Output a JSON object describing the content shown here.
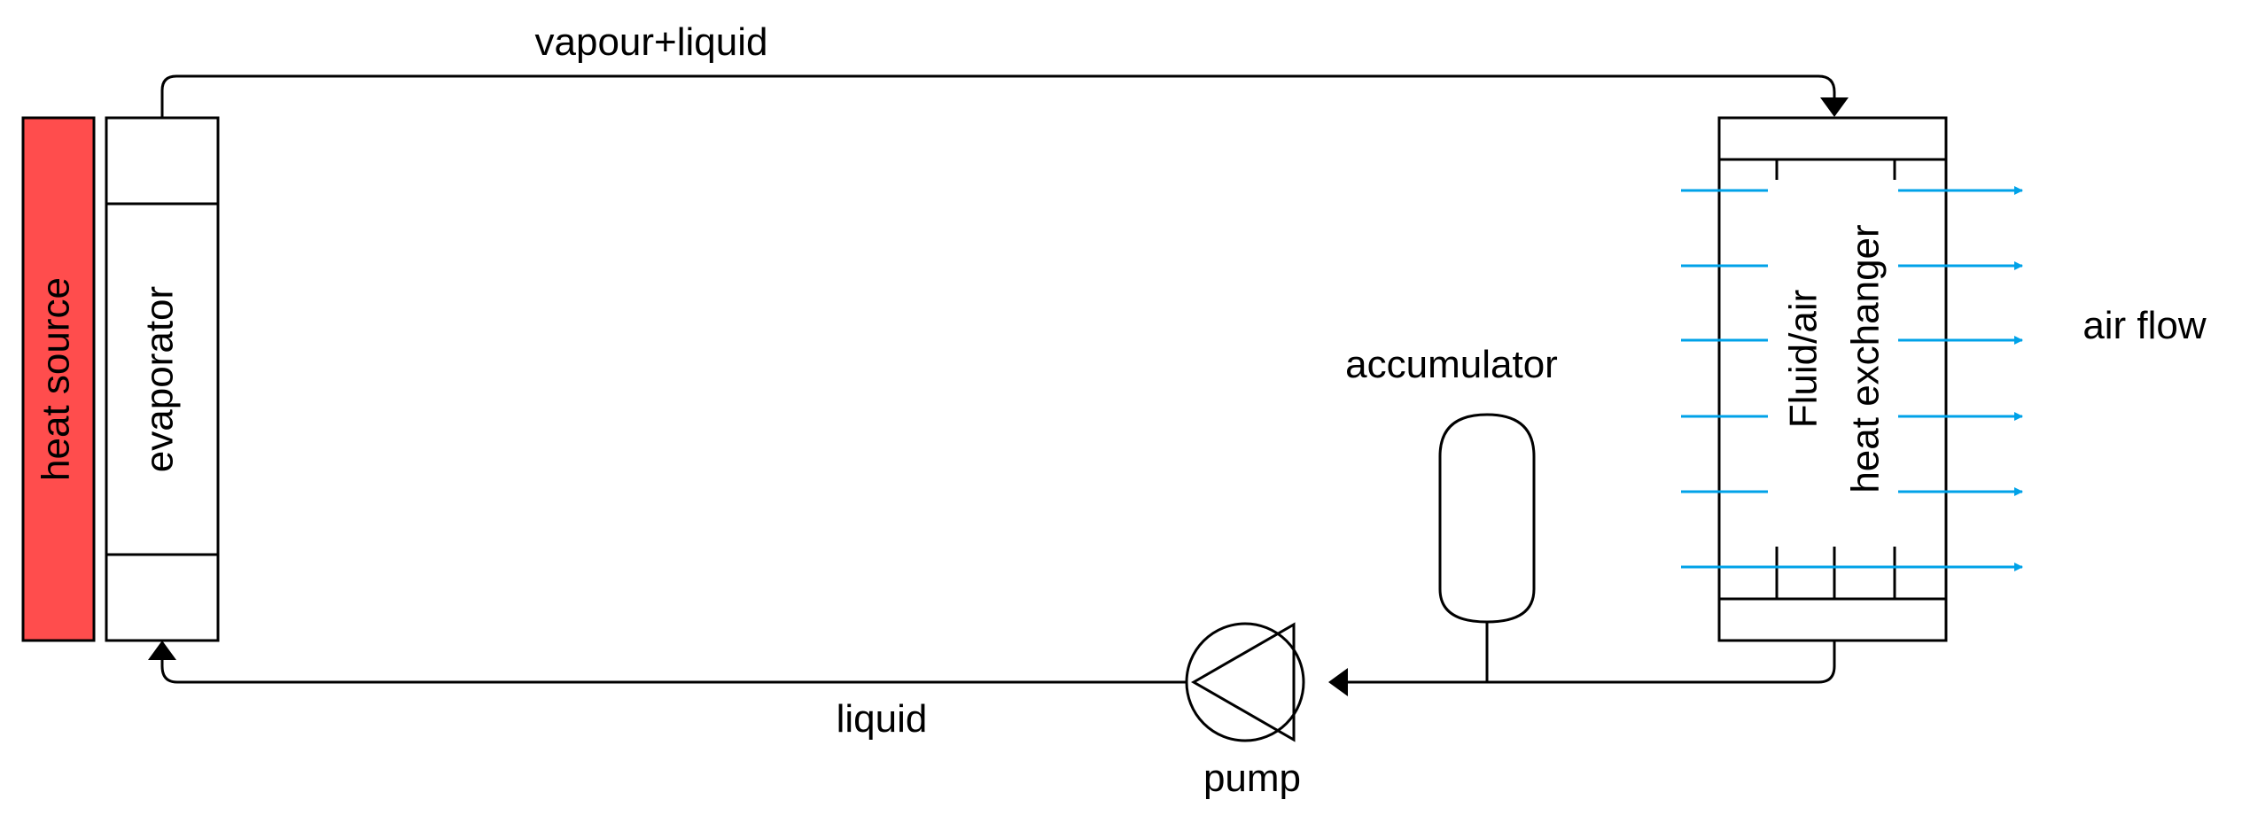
{
  "labels": {
    "heat_source": "heat source",
    "evaporator": "evaporator",
    "vapour_liquid": "vapour+liquid",
    "liquid": "liquid",
    "pump": "pump",
    "accumulator": "accumulator",
    "hx_line1": "Fluid/air",
    "hx_line2": "heat exchanger",
    "air_flow": "air flow"
  },
  "colors": {
    "heat_source_fill": "#ff4d4d",
    "air_arrow": "#00a2e8",
    "line": "#000000"
  }
}
